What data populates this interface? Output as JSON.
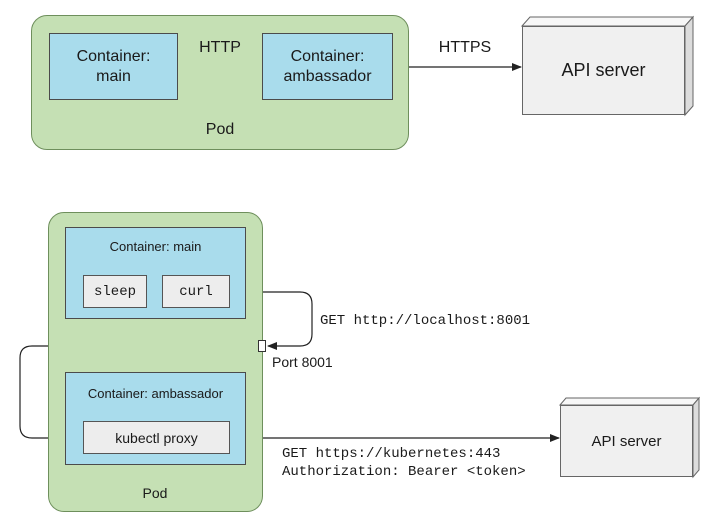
{
  "top": {
    "pod_label": "Pod",
    "container_main": [
      "Container:",
      "main"
    ],
    "container_ambassador": [
      "Container:",
      "ambassador"
    ],
    "http_label": "HTTP",
    "https_label": "HTTPS",
    "api_server": "API server"
  },
  "bottom": {
    "pod_label": "Pod",
    "container_main_title": "Container: main",
    "sleep_label": "sleep",
    "curl_label": "curl",
    "get_localhost": "GET http://localhost:8001",
    "port_label": "Port 8001",
    "container_ambassador_title": "Container: ambassador",
    "kubectl_label": "kubectl proxy",
    "get_kubernetes": "GET https://kubernetes:443",
    "authorization": "Authorization: Bearer <token>",
    "api_server": "API server"
  },
  "colors": {
    "pod_fill": "#c5e0b4",
    "container_fill": "#a9dcec",
    "process_fill": "#ededed",
    "server_fill": "#f0f0f0"
  }
}
